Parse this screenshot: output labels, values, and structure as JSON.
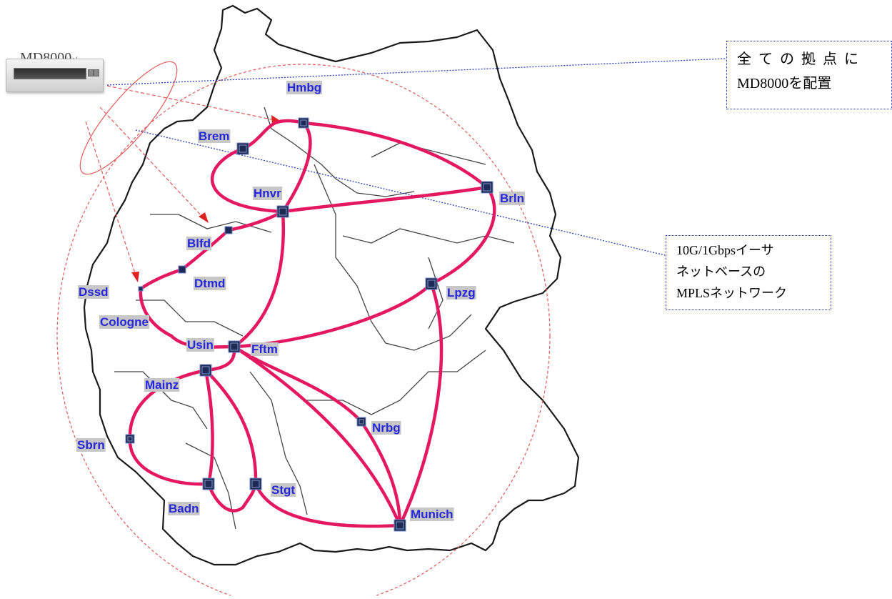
{
  "device": {
    "label": "MD8000",
    "label_suffix": "↵"
  },
  "callouts": {
    "all_sites": {
      "line1": "全ての拠点に",
      "line2": "MD8000を配置"
    },
    "network": {
      "line1": "10G/1Gbpsイーサ",
      "line2": "ネットベースの",
      "line3": "MPLSネットワーク"
    }
  },
  "colors": {
    "link": "#e3185f",
    "node": "#1d2a55",
    "label_text": "#2626dd",
    "label_bg": "#c7c7c7",
    "callout_border": "#2a3fb5",
    "arrow": "#dd2222"
  },
  "nodes": {
    "hmbg": "Hmbg",
    "brem": "Brem",
    "brln": "Brln",
    "hnvr": "Hnvr",
    "blfd": "Blfd",
    "dtmd": "Dtmd",
    "dssd": "Dssd",
    "cologne": "Cologne",
    "lpzg": "Lpzg",
    "usin": "Usin",
    "fftm": "Fftm",
    "mainz": "Mainz",
    "nrbg": "Nrbg",
    "sbrn": "Sbrn",
    "badn": "Badn",
    "stgt": "Stgt",
    "munich": "Munich"
  }
}
